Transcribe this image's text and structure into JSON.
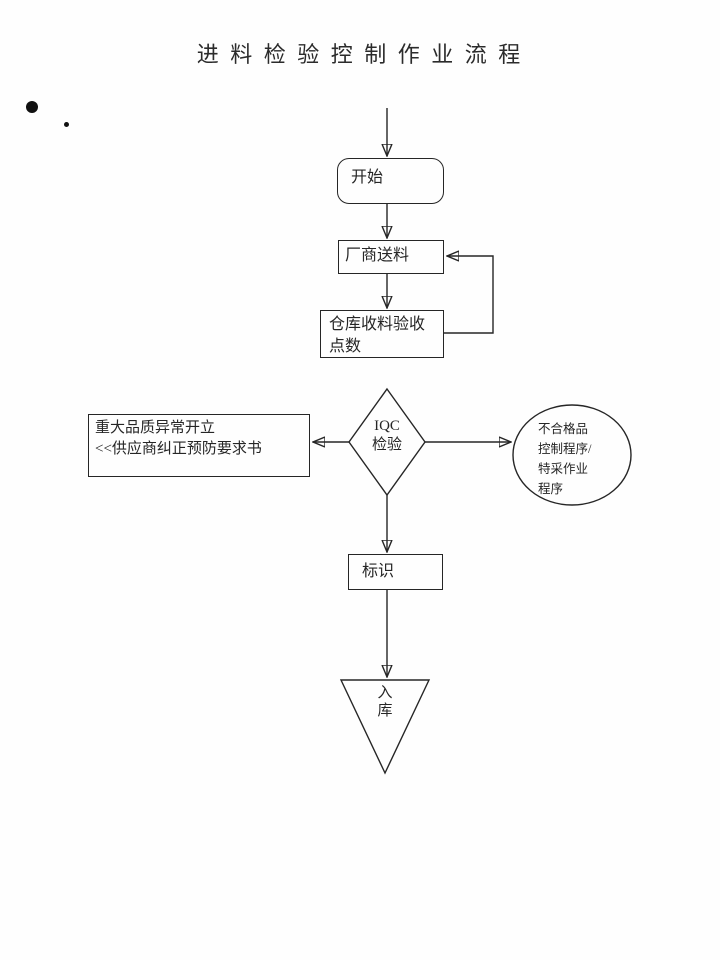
{
  "title": "进 料 检 验 控 制 作 业 流 程",
  "icons": {
    "bullet": "filled-circle",
    "small_dot": "small-filled-circle"
  },
  "nodes": {
    "start": {
      "type": "rounded-rect",
      "label": "开始"
    },
    "vendor": {
      "type": "rect",
      "label": "厂商送料"
    },
    "warehouse": {
      "type": "rect",
      "label": "仓库收料验收\n点数"
    },
    "iqc": {
      "type": "diamond",
      "label": "IQC\n检验"
    },
    "exception": {
      "type": "rect",
      "label": "重大品质异常开立\n<<供应商纠正预防要求书"
    },
    "nonconforming": {
      "type": "ellipse",
      "label": "不合格品\n控制程序/\n特采作业\n程序"
    },
    "mark": {
      "type": "rect",
      "label": "标识"
    },
    "inbound": {
      "type": "inverted-triangle",
      "label": "入\n库"
    }
  },
  "edges": [
    {
      "from": "entry",
      "to": "start"
    },
    {
      "from": "start",
      "to": "vendor"
    },
    {
      "from": "vendor",
      "to": "warehouse"
    },
    {
      "from": "warehouse",
      "to": "vendor",
      "note": "feedback-loop"
    },
    {
      "from": "iqc",
      "to": "exception"
    },
    {
      "from": "iqc",
      "to": "nonconforming"
    },
    {
      "from": "iqc",
      "to": "mark"
    },
    {
      "from": "mark",
      "to": "inbound"
    }
  ],
  "colors": {
    "line": "#262626",
    "text": "#262626",
    "background": "#fefefe"
  }
}
